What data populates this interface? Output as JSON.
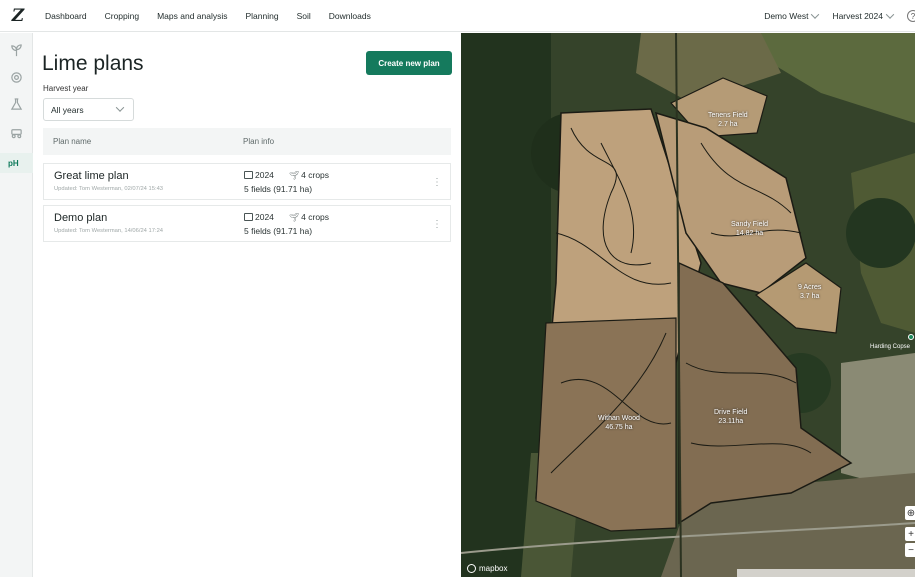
{
  "nav": {
    "logo": "Z",
    "items": [
      "Dashboard",
      "Cropping",
      "Maps and analysis",
      "Planning",
      "Soil",
      "Downloads"
    ],
    "farm_select": "Demo West",
    "harvest_select": "Harvest 2024"
  },
  "rail": {
    "ph_label": "pH",
    "icons": [
      "sprout-icon",
      "target-icon",
      "flask-icon",
      "tractor-icon",
      "ph-icon"
    ]
  },
  "page": {
    "title": "Lime plans",
    "create_button": "Create new plan",
    "harvest_year_label": "Harvest year",
    "year_select_value": "All years",
    "columns": [
      "Plan name",
      "Plan info"
    ],
    "plans": [
      {
        "name": "Great lime plan",
        "updated": "Updated: Tom Westerman, 02/07/24 15:43",
        "year": "2024",
        "crops": "4 crops",
        "fields": "5 fields (91.71 ha)"
      },
      {
        "name": "Demo plan",
        "updated": "Updated: Tom Westerman, 14/06/24 17:24",
        "year": "2024",
        "crops": "4 crops",
        "fields": "5 fields (91.71 ha)"
      }
    ]
  },
  "map": {
    "fields": [
      {
        "name": "Tenens Field",
        "area": "2.7 ha"
      },
      {
        "name": "Sandy Field",
        "area": "14.82 ha"
      },
      {
        "name": "9 Acres",
        "area": "3.7 ha"
      },
      {
        "name": "Withan Wood",
        "area": "46.75 ha"
      },
      {
        "name": "Drive Field",
        "area": "23.11ha"
      }
    ],
    "poi": "Harding Copse",
    "attribution": "mapbox",
    "zoom_in": "+",
    "zoom_out": "−",
    "compass": "⊕"
  }
}
